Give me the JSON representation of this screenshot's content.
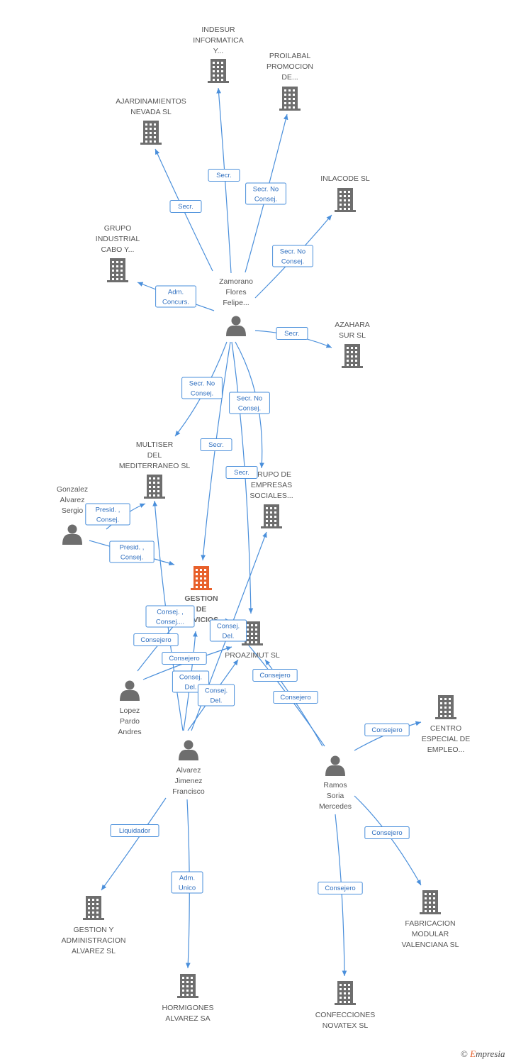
{
  "nodes": [
    {
      "id": "indesur",
      "type": "company",
      "lines": [
        "INDESUR",
        "INFORMATICA",
        "Y..."
      ]
    },
    {
      "id": "proilabal",
      "type": "company",
      "lines": [
        "PROILABAL",
        "PROMOCION",
        "DE..."
      ]
    },
    {
      "id": "ajardinamientos",
      "type": "company",
      "lines": [
        "AJARDINAMIENTOS",
        "NEVADA SL"
      ]
    },
    {
      "id": "inlacode",
      "type": "company",
      "lines": [
        "INLACODE SL"
      ]
    },
    {
      "id": "grupo_industrial",
      "type": "company",
      "lines": [
        "GRUPO",
        "INDUSTRIAL",
        "CABO Y..."
      ]
    },
    {
      "id": "zamorano",
      "type": "person",
      "lines": [
        "Zamorano",
        "Flores",
        "Felipe..."
      ]
    },
    {
      "id": "azahara",
      "type": "company",
      "lines": [
        "AZAHARA",
        "SUR SL"
      ]
    },
    {
      "id": "multiser",
      "type": "company",
      "lines": [
        "MULTISER",
        "DEL",
        "MEDITERRANEO SL"
      ]
    },
    {
      "id": "grupo_empresas",
      "type": "company",
      "lines": [
        "GRUPO DE",
        "EMPRESAS",
        "SOCIALES..."
      ]
    },
    {
      "id": "gonzalez",
      "type": "person",
      "lines": [
        "Gonzalez",
        "Alvarez",
        "Sergio"
      ]
    },
    {
      "id": "gestion_servicios",
      "type": "focus",
      "lines": [
        "GESTION",
        "DE",
        "SERVICIOS..."
      ]
    },
    {
      "id": "proazimut",
      "type": "company",
      "lines": [
        "PROAZIMUT SL"
      ]
    },
    {
      "id": "lopez",
      "type": "person",
      "lines": [
        "Lopez",
        "Pardo",
        "Andres"
      ]
    },
    {
      "id": "alvarez",
      "type": "person",
      "lines": [
        "Alvarez",
        "Jimenez",
        "Francisco"
      ]
    },
    {
      "id": "centro_especial",
      "type": "company",
      "lines": [
        "CENTRO",
        "ESPECIAL DE",
        "EMPLEO..."
      ]
    },
    {
      "id": "ramos",
      "type": "person",
      "lines": [
        "Ramos",
        "Soria",
        "Mercedes"
      ]
    },
    {
      "id": "gestion_admin",
      "type": "company",
      "lines": [
        "GESTION Y",
        "ADMINISTRACION",
        "ALVAREZ SL"
      ]
    },
    {
      "id": "fabricacion",
      "type": "company",
      "lines": [
        "FABRICACION",
        "MODULAR",
        "VALENCIANA SL"
      ]
    },
    {
      "id": "hormigones",
      "type": "company",
      "lines": [
        "HORMIGONES",
        "ALVAREZ SA"
      ]
    },
    {
      "id": "confecciones",
      "type": "company",
      "lines": [
        "CONFECCIONES",
        "NOVATEX SL"
      ]
    }
  ],
  "edges": [
    {
      "from": "zamorano",
      "to": "indesur",
      "label": [
        "Secr."
      ]
    },
    {
      "from": "zamorano",
      "to": "proilabal",
      "label": [
        "Secr. No",
        "Consej."
      ]
    },
    {
      "from": "zamorano",
      "to": "ajardinamientos",
      "label": [
        "Secr."
      ]
    },
    {
      "from": "zamorano",
      "to": "inlacode",
      "label": [
        "Secr. No",
        "Consej."
      ]
    },
    {
      "from": "zamorano",
      "to": "grupo_industrial",
      "label": [
        "Adm.",
        "Concurs."
      ]
    },
    {
      "from": "zamorano",
      "to": "azahara",
      "label": [
        "Secr."
      ]
    },
    {
      "from": "zamorano",
      "to": "multiser",
      "label": [
        "Secr. No",
        "Consej."
      ]
    },
    {
      "from": "zamorano",
      "to": "gestion_servicios",
      "label": [
        "Secr."
      ]
    },
    {
      "from": "zamorano",
      "to": "grupo_empresas",
      "label": [
        "Secr. No",
        "Consej."
      ]
    },
    {
      "from": "zamorano",
      "to": "proazimut",
      "label": [
        "Secr."
      ]
    },
    {
      "from": "gonzalez",
      "to": "multiser",
      "label": [
        "Presid. ,",
        "Consej."
      ]
    },
    {
      "from": "gonzalez",
      "to": "gestion_servicios",
      "label": [
        "Presid. ,",
        "Consej."
      ]
    },
    {
      "from": "lopez",
      "to": "gestion_servicios",
      "label": [
        "Consej. ,",
        "Consej...."
      ]
    },
    {
      "from": "lopez",
      "to": "proazimut",
      "label": [
        "Consejero"
      ]
    },
    {
      "from": "alvarez",
      "to": "gestion_servicios",
      "label": [
        "Consej.",
        "Del."
      ]
    },
    {
      "from": "alvarez",
      "to": "proazimut",
      "label": [
        "Consej.",
        "Del."
      ]
    },
    {
      "from": "alvarez",
      "to": "grupo_empresas",
      "label": [
        "Consej.",
        "Del."
      ]
    },
    {
      "from": "alvarez",
      "to": "multiser",
      "label": [
        "Consejero"
      ]
    },
    {
      "from": "alvarez",
      "to": "gestion_admin",
      "label": [
        "Liquidador"
      ]
    },
    {
      "from": "alvarez",
      "to": "hormigones",
      "label": [
        "Adm.",
        "Unico"
      ]
    },
    {
      "from": "ramos",
      "to": "gestion_servicios",
      "label": [
        "Consejero"
      ]
    },
    {
      "from": "ramos",
      "to": "proazimut",
      "label": [
        "Consejero"
      ]
    },
    {
      "from": "ramos",
      "to": "centro_especial",
      "label": [
        "Consejero"
      ]
    },
    {
      "from": "ramos",
      "to": "fabricacion",
      "label": [
        "Consejero"
      ]
    },
    {
      "from": "ramos",
      "to": "confecciones",
      "label": [
        "Consejero"
      ]
    }
  ],
  "colors": {
    "edge": "#4a8fdb",
    "edge_text": "#2f6fbf",
    "icon": "#6e6e6e",
    "focus_icon": "#e8612c",
    "label": "#555555"
  },
  "watermark": {
    "symbol": "©",
    "brand_initial": "E",
    "brand_rest": "mpresia"
  }
}
